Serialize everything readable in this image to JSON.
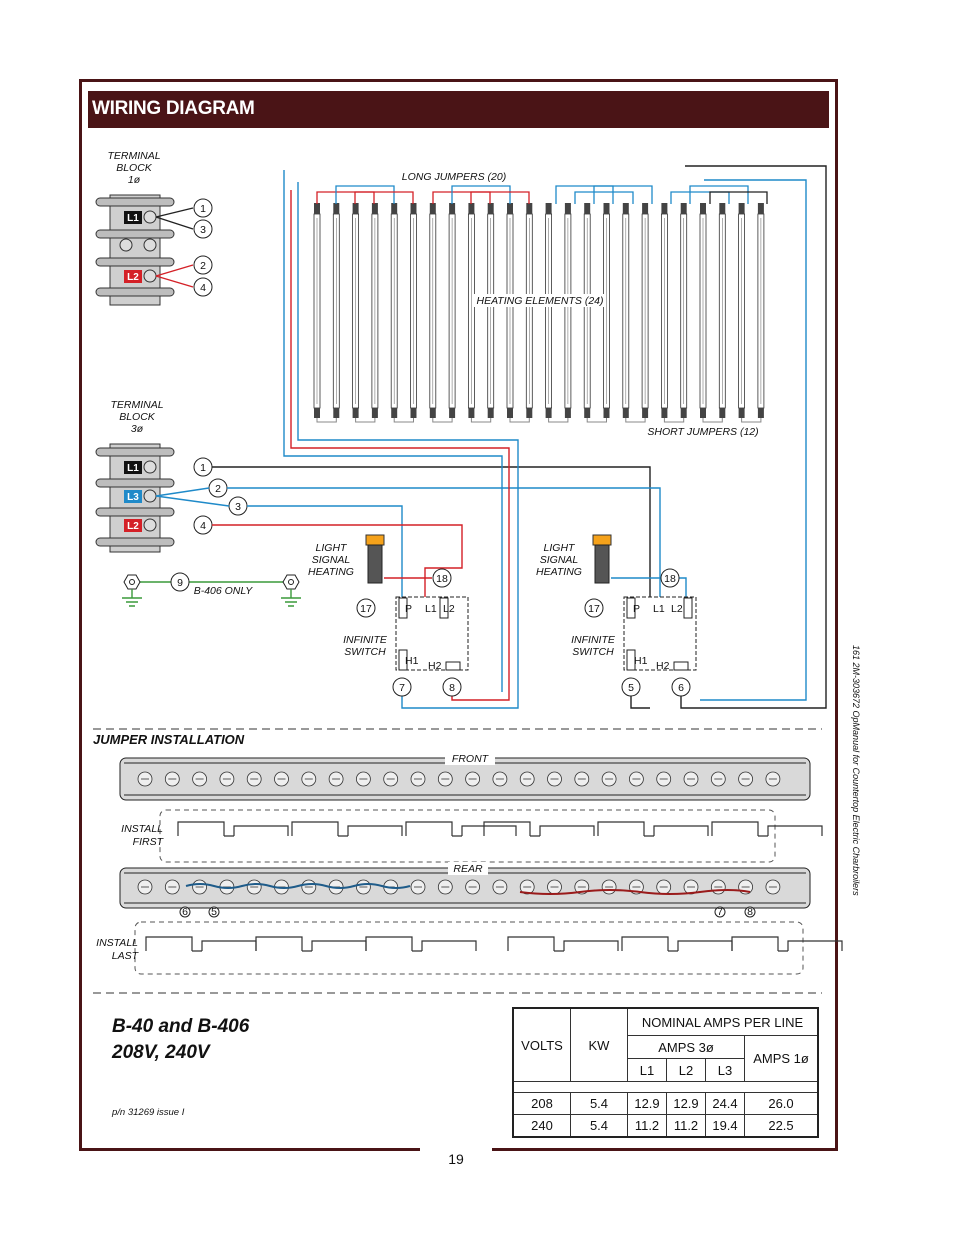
{
  "header": {
    "title": "WIRING DIAGRAM"
  },
  "labels": {
    "terminal_block_1": [
      "TERMINAL",
      "BLOCK",
      "1ø"
    ],
    "terminal_block_3": [
      "TERMINAL",
      "BLOCK",
      "3ø"
    ],
    "long_jumpers": "LONG JUMPERS (20)",
    "heating_elements": "HEATING ELEMENTS (24)",
    "short_jumpers": "SHORT JUMPERS (12)",
    "light_signal": [
      "LIGHT",
      "SIGNAL",
      "HEATING"
    ],
    "infinite_switch": [
      "INFINITE",
      "SWITCH"
    ],
    "b406_only": "B-406 ONLY",
    "front": "FRONT",
    "rear": "REAR",
    "install_first": [
      "INSTALL",
      "FIRST"
    ],
    "install_last": [
      "INSTALL",
      "LAST"
    ],
    "L1": "L1",
    "L2": "L2",
    "L3": "L3",
    "P": "P",
    "H1": "H1",
    "H2": "H2"
  },
  "terminal_numbers": {
    "block1": [
      "1",
      "3",
      "2",
      "4"
    ],
    "block3": [
      "1",
      "2",
      "3",
      "4"
    ],
    "ground": "9",
    "switch_left": [
      "17",
      "18",
      "7",
      "8"
    ],
    "switch_right": [
      "17",
      "18",
      "5",
      "6"
    ],
    "rear_markers": [
      "6",
      "5",
      "7",
      "8"
    ]
  },
  "jumper_section": {
    "title": "JUMPER INSTALLATION"
  },
  "model": {
    "line1": "B-40 and B-406",
    "line2": "208V, 240V"
  },
  "part_number": "p/n 31269 issue I",
  "side_text": "161  2M-303672 OpManual for Countertop Electric Charbroilers",
  "page_number": "19",
  "amps_table": {
    "col_volts": "VOLTS",
    "col_kw": "KW",
    "col_nominal": "NOMINAL AMPS PER LINE",
    "col_amps3": "AMPS 3ø",
    "col_amps1": "AMPS 1ø",
    "sub_cols": [
      "L1",
      "L2",
      "L3"
    ],
    "rows": [
      [
        "208",
        "5.4",
        "12.9",
        "12.9",
        "24.4",
        "26.0"
      ],
      [
        "240",
        "5.4",
        "11.2",
        "11.2",
        "19.4",
        "22.5"
      ]
    ]
  },
  "colors": {
    "frame": "#4a1416",
    "wire_red": "#d42027",
    "wire_blue": "#1f8ac9",
    "wire_black": "#222222",
    "wire_green": "#3a9a3a"
  }
}
